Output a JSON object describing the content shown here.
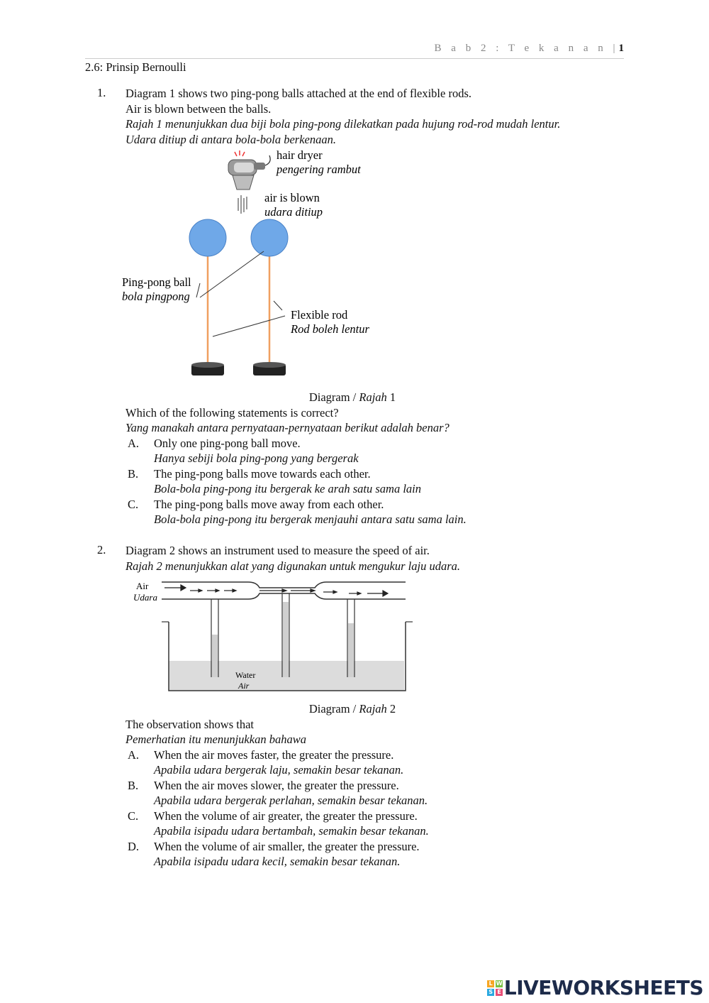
{
  "header": {
    "chapter": "B a b  2 :  T e k a n a n",
    "separator": "|",
    "page": "1"
  },
  "section_title": "2.6: Prinsip Bernoulli",
  "q1": {
    "number": "1.",
    "lines_en": [
      "Diagram 1 shows two ping-pong balls attached at the end of flexible rods.",
      "Air is blown between the balls."
    ],
    "lines_ms": [
      "Rajah 1 menunjukkan dua biji bola ping-pong dilekatkan pada hujung rod-rod mudah lentur.",
      "Udara ditiup di antara bola-bola berkenaan."
    ],
    "diagram": {
      "hair_dryer_en": "hair dryer",
      "hair_dryer_ms": "pengering rambut",
      "air_en": "air is blown",
      "air_ms": "udara ditiup",
      "ball_en": "Ping-pong ball",
      "ball_ms": "bola pingpong",
      "rod_en": "Flexible rod",
      "rod_ms": "Rod boleh lentur"
    },
    "caption_prefix": "Diagram / ",
    "caption_italic": "Rajah",
    "caption_num": " 1",
    "question_en": "Which of the following statements is correct?",
    "question_ms": "Yang manakah antara pernyataan-pernyataan berikut adalah benar?",
    "options": [
      {
        "letter": "A.",
        "en": "Only one ping-pong ball move.",
        "ms": "Hanya sebiji bola ping-pong yang bergerak"
      },
      {
        "letter": "B.",
        "en": "The ping-pong balls move towards each other.",
        "ms": "Bola-bola ping-pong itu bergerak ke arah satu sama lain"
      },
      {
        "letter": "C.",
        "en": "The ping-pong balls move away from each other.",
        "ms": "Bola-bola ping-pong itu bergerak menjauhi antara satu sama lain."
      }
    ]
  },
  "q2": {
    "number": "2.",
    "line_en": "Diagram 2 shows an instrument used to measure the speed of air.",
    "line_ms": "Rajah 2 menunjukkan alat yang digunakan untuk mengukur laju udara.",
    "diagram": {
      "air_en": "Air",
      "air_ms": "Udara",
      "water_en": "Water",
      "water_ms": "Air"
    },
    "caption_prefix": "Diagram / ",
    "caption_italic": "Rajah",
    "caption_num": " 2",
    "question_en": "The observation shows that",
    "question_ms": "Pemerhatian itu menunjukkan bahawa",
    "options": [
      {
        "letter": "A.",
        "en": "When the air moves faster, the greater the pressure.",
        "ms": "Apabila udara bergerak laju, semakin besar tekanan."
      },
      {
        "letter": "B.",
        "en": "When the air moves slower, the greater the pressure.",
        "ms": "Apabila udara bergerak perlahan, semakin besar tekanan."
      },
      {
        "letter": "C.",
        "en": "When the volume of air greater, the greater the pressure.",
        "ms": "Apabila isipadu udara bertambah, semakin besar tekanan."
      },
      {
        "letter": "D.",
        "en": "When the volume of air smaller, the greater the pressure.",
        "ms": "Apabila isipadu udara kecil, semakin besar tekanan."
      }
    ]
  },
  "brand": {
    "name": "LIVEWORKSHEETS",
    "logo_letters": [
      "L",
      "W",
      "S",
      "E"
    ]
  },
  "colors": {
    "ball": "#6fa8e8",
    "rod": "#f0a060",
    "water": "#dcdcdc",
    "brand": "#1d2b4a"
  }
}
